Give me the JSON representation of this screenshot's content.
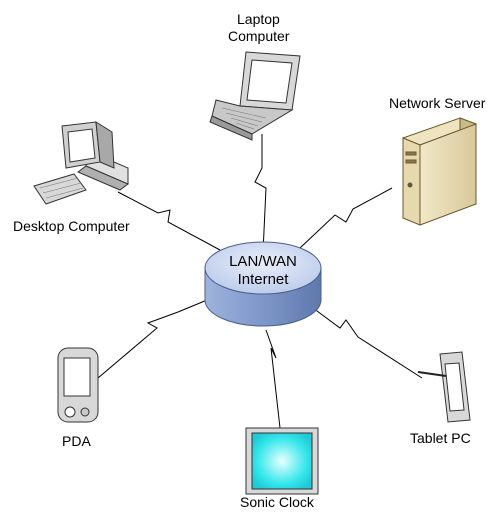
{
  "hub": {
    "line1": "LAN/WAN",
    "line2": "Internet",
    "icon": "network-cloud-cylinder-icon",
    "color_top": "#c9d5ee",
    "color_side": "#7d97c9"
  },
  "nodes": {
    "laptop": {
      "label_line1": "Laptop",
      "label_line2": "Computer",
      "icon": "laptop-icon"
    },
    "server": {
      "label": "Network Server",
      "icon": "server-tower-icon"
    },
    "desktop": {
      "label": "Desktop Computer",
      "icon": "desktop-computer-icon"
    },
    "pda": {
      "label": "PDA",
      "icon": "pda-icon"
    },
    "sonic_clock": {
      "label": "Sonic Clock",
      "icon": "display-screen-icon",
      "screen_color": "#33e6ea"
    },
    "tablet": {
      "label": "Tablet PC",
      "icon": "tablet-pc-icon"
    }
  }
}
